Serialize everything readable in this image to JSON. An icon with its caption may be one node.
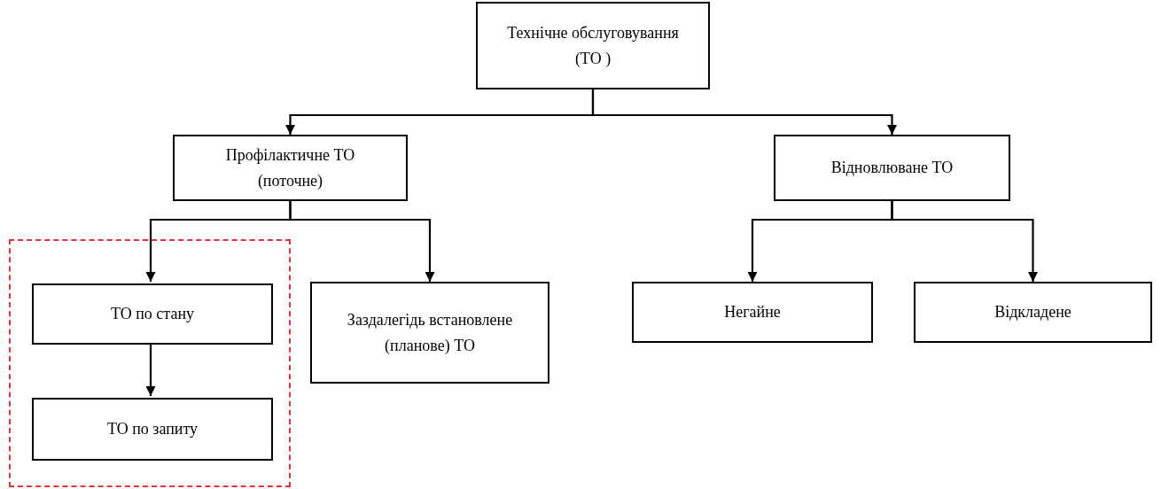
{
  "diagram": {
    "nodes": [
      {
        "text": [
          "Технічне обслуговування (ТО )"
        ]
      },
      {
        "text": [
          "Профілактичне ТО (поточне)"
        ]
      },
      {
        "text": [
          "Відновлюване ТО"
        ]
      },
      {
        "text": [],
        "shape": "box"
      },
      {
        "text": [
          "ТО по стану"
        ],
        "in": 3
      },
      {
        "text": [
          "ТО по запиту"
        ],
        "in": 3
      },
      {
        "text": [
          "Заздалегідь встановлене (планове) ТО"
        ]
      },
      {
        "text": [
          "Негайне"
        ]
      },
      {
        "text": [
          "Відкладене"
        ]
      }
    ],
    "edges": [
      {
        "from": 0,
        "to": 1,
        "arrow": "to"
      },
      {
        "from": 0,
        "to": 2,
        "arrow": "to"
      },
      {
        "from": 1,
        "to": 4,
        "arrow": "to"
      },
      {
        "from": 1,
        "to": 6,
        "arrow": "to"
      },
      {
        "from": 2,
        "to": 7,
        "arrow": "to"
      },
      {
        "from": 2,
        "to": 8,
        "arrow": "to"
      },
      {
        "from": 4,
        "to": 5,
        "arrow": "to"
      }
    ]
  }
}
